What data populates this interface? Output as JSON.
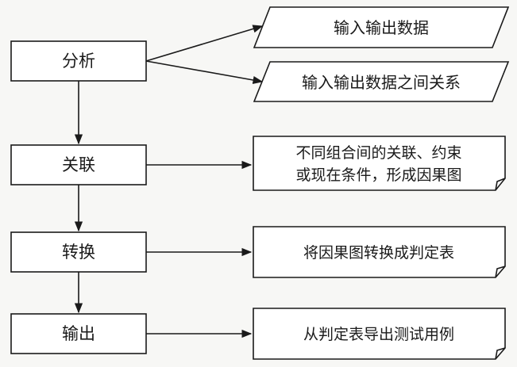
{
  "steps": [
    {
      "label": "分析"
    },
    {
      "label": "关联"
    },
    {
      "label": "转换"
    },
    {
      "label": "输出"
    }
  ],
  "io_boxes": [
    {
      "text": "输入输出数据"
    },
    {
      "text": "输入输出数据之间关系"
    }
  ],
  "documents": [
    {
      "lines": [
        "不同组合间的关联、约束",
        "或现在条件，形成因果图"
      ]
    },
    {
      "lines": [
        "将因果图转换成判定表"
      ]
    },
    {
      "lines": [
        "从判定表导出测试用例"
      ]
    }
  ]
}
